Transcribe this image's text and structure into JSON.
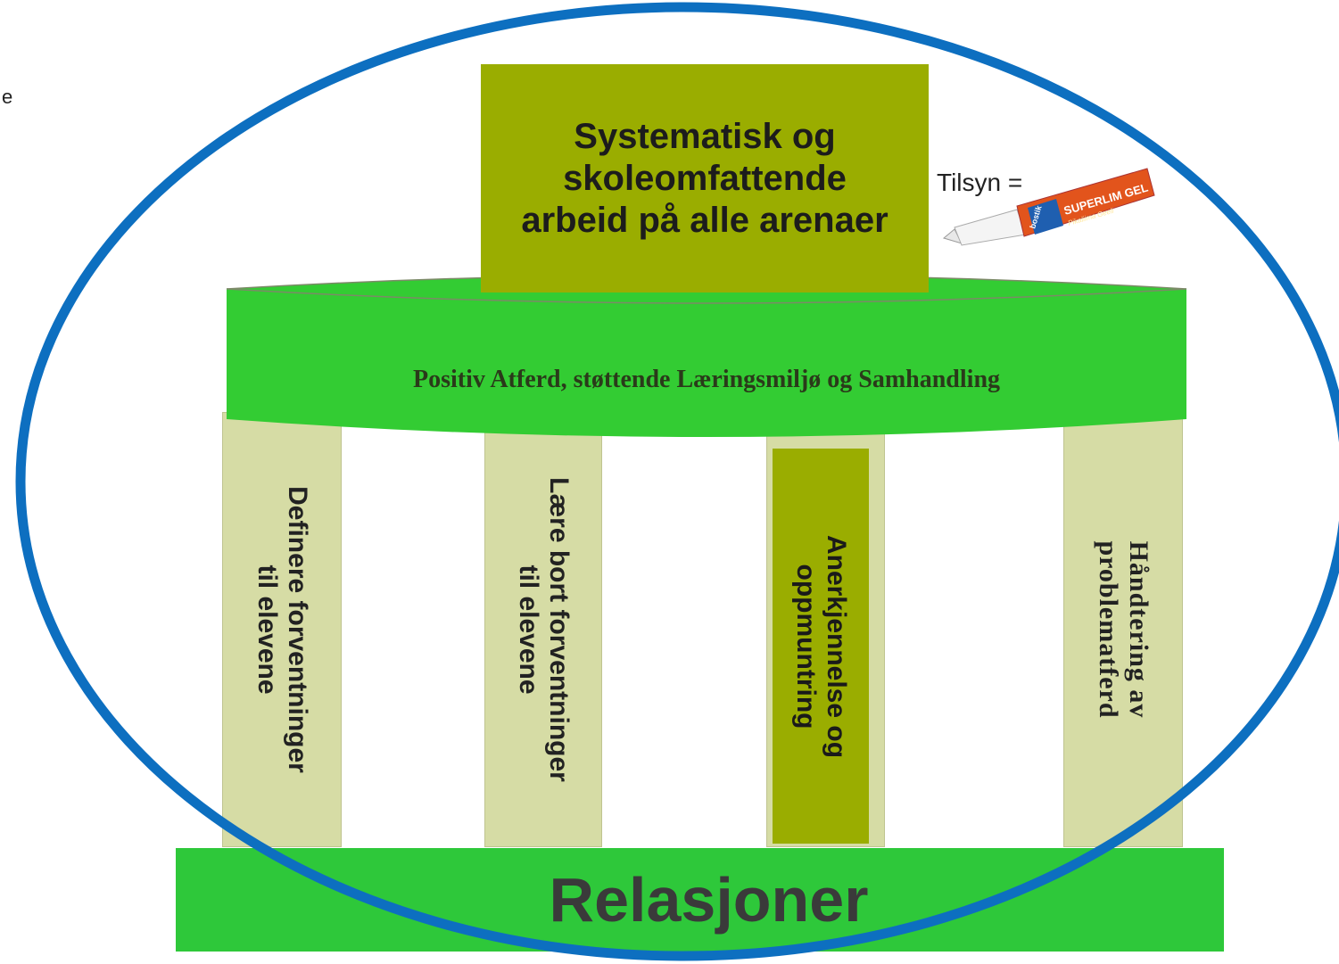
{
  "stray_text": "e",
  "top_box": "Systematisk og skoleomfattende arbeid på alle arenaer",
  "supervision": {
    "label": "Tilsyn =",
    "glue_brand": "bostik",
    "glue_name": "SUPERLIM GEL",
    "glue_sub": "Pikaliima Geeli"
  },
  "disk_label": "Positiv Atferd, støttende Læringsmiljø og Samhandling",
  "pillars": [
    {
      "line1": "Definere forventninger",
      "line2": "til elevene"
    },
    {
      "line1": "Lære bort forventninger",
      "line2": "til elevene"
    },
    {
      "line1": "Anerkjennelse og",
      "line2": "oppmuntring"
    },
    {
      "line1": "Håndtering av",
      "line2": "problematferd"
    }
  ],
  "foundation": "Relasjoner",
  "colors": {
    "olive": "#9aad00",
    "green": "#33cc33",
    "pillar": "#d6dca5",
    "ellipse": "#0d6fc0"
  }
}
